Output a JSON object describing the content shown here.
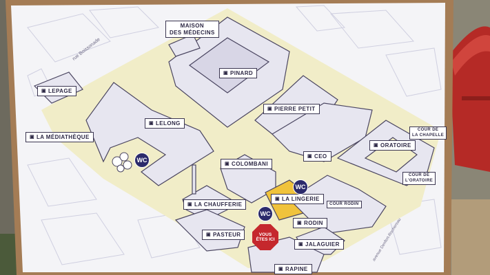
{
  "map": {
    "streets": {
      "north": "rue Boissonade",
      "east": "avenue Denfert-Rochereau"
    },
    "buildings": {
      "maison_des_medecins": [
        "MAISON",
        "DES MÉDECINS"
      ],
      "pinard": "PINARD",
      "lepage": "LEPAGE",
      "lelong": "LELONG",
      "mediatheque": "LA MÉDIATHÈQUE",
      "pierre_petit": "PIERRE PETIT",
      "ceo": "CEO",
      "oratoire": "ORATOIRE",
      "cour_chapelle": [
        "COUR DE",
        "LA CHAPELLE"
      ],
      "cour_oratoire": [
        "COUR DE",
        "L'ORATOIRE"
      ],
      "colombani": "COLOMBANI",
      "chaufferie": "LA CHAUFFERIE",
      "lingerie": "LA LINGERIE",
      "rodin": "RODIN",
      "cour_rodin": "COUR RODIN",
      "pasteur": "PASTEUR",
      "jalaguier": "JALAGUIER",
      "rapine": "RAPINE"
    },
    "wc_label": "WC",
    "you_are_here": [
      "VOUS",
      "ÊTES ICI"
    ]
  },
  "colors": {
    "board_frame": "#a47c55",
    "paper": "#f4f4f7",
    "ground": "#f1edc8",
    "building": "#e7e6f0",
    "building_line": "#4a4560",
    "highlight": "#f0c33c",
    "wc": "#2b2a6b",
    "here": "#c5282d",
    "trash_can": "#b52a26"
  }
}
